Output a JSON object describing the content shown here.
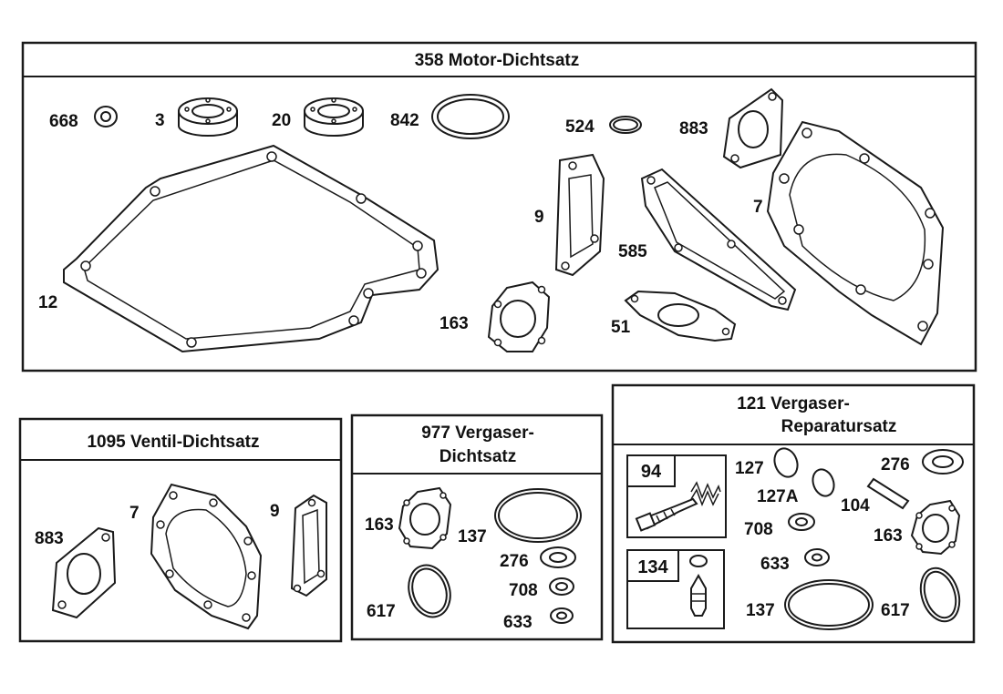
{
  "sections": {
    "motor": {
      "number": "358",
      "name": "Motor-Dichtsatz"
    },
    "ventil": {
      "number": "1095",
      "name": "Ventil-Dichtsatz"
    },
    "vergaser_dicht": {
      "number": "977",
      "name_line1": "Vergaser-",
      "name_line2": "Dichtsatz"
    },
    "vergaser_rep": {
      "number": "121",
      "name_line1": "Vergaser-",
      "name_line2": "Reparatursatz"
    }
  },
  "motor_parts": [
    "668",
    "3",
    "20",
    "842",
    "524",
    "883",
    "9",
    "7",
    "585",
    "12",
    "163",
    "51"
  ],
  "ventil_parts": [
    "883",
    "7",
    "9"
  ],
  "vergaser_dicht_parts": [
    "163",
    "137",
    "276",
    "708",
    "617",
    "633"
  ],
  "vergaser_rep_parts": {
    "box_a": "94",
    "box_b": "134",
    "others": [
      "127",
      "127A",
      "104",
      "276",
      "708",
      "163",
      "633",
      "137",
      "617"
    ]
  }
}
